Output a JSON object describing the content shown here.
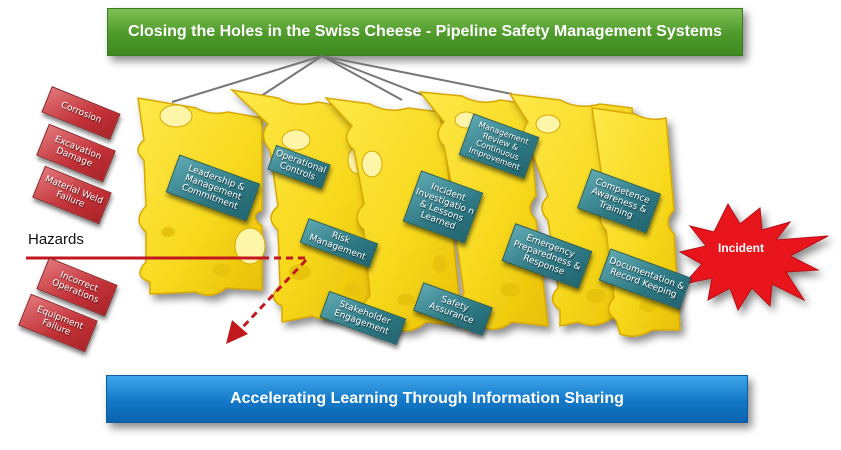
{
  "title": "Closing the Holes in the Swiss Cheese - Pipeline Safety Management Systems",
  "footer": "Accelerating Learning Through Information Sharing",
  "hazards_label": "Hazards",
  "incident_label": "Incident",
  "hazard_tags": {
    "corrosion": "Corrosion",
    "excavation": "Excavation Damage",
    "weld": "Material Weld Failure",
    "operations": "Incorrect Operations",
    "equipment": "Equipment Failure"
  },
  "element_tags": {
    "leadership": "Leadership & Management Commitment",
    "operational": "Operational Controls",
    "risk": "Risk Management",
    "stakeholder": "Stakeholder Engagement",
    "incident_investigation": "Incident Investigatio n & Lessons Learned",
    "safety_assurance": "Safety Assurance",
    "management_review": "Management Review & Continuous Improvement",
    "emergency": "Emergency Preparedness & Response",
    "competence": "Competence Awareness & Training",
    "documentation": "Documentation & Record Keeping"
  },
  "colors": {
    "cheese": "#f7d81c",
    "cheese_edge": "#d8a800",
    "title_green": "#4e9a2b",
    "footer_blue": "#1378c8",
    "tag_teal": "#2d7883",
    "tag_red": "#c23137",
    "incident_red": "#e8141c"
  }
}
